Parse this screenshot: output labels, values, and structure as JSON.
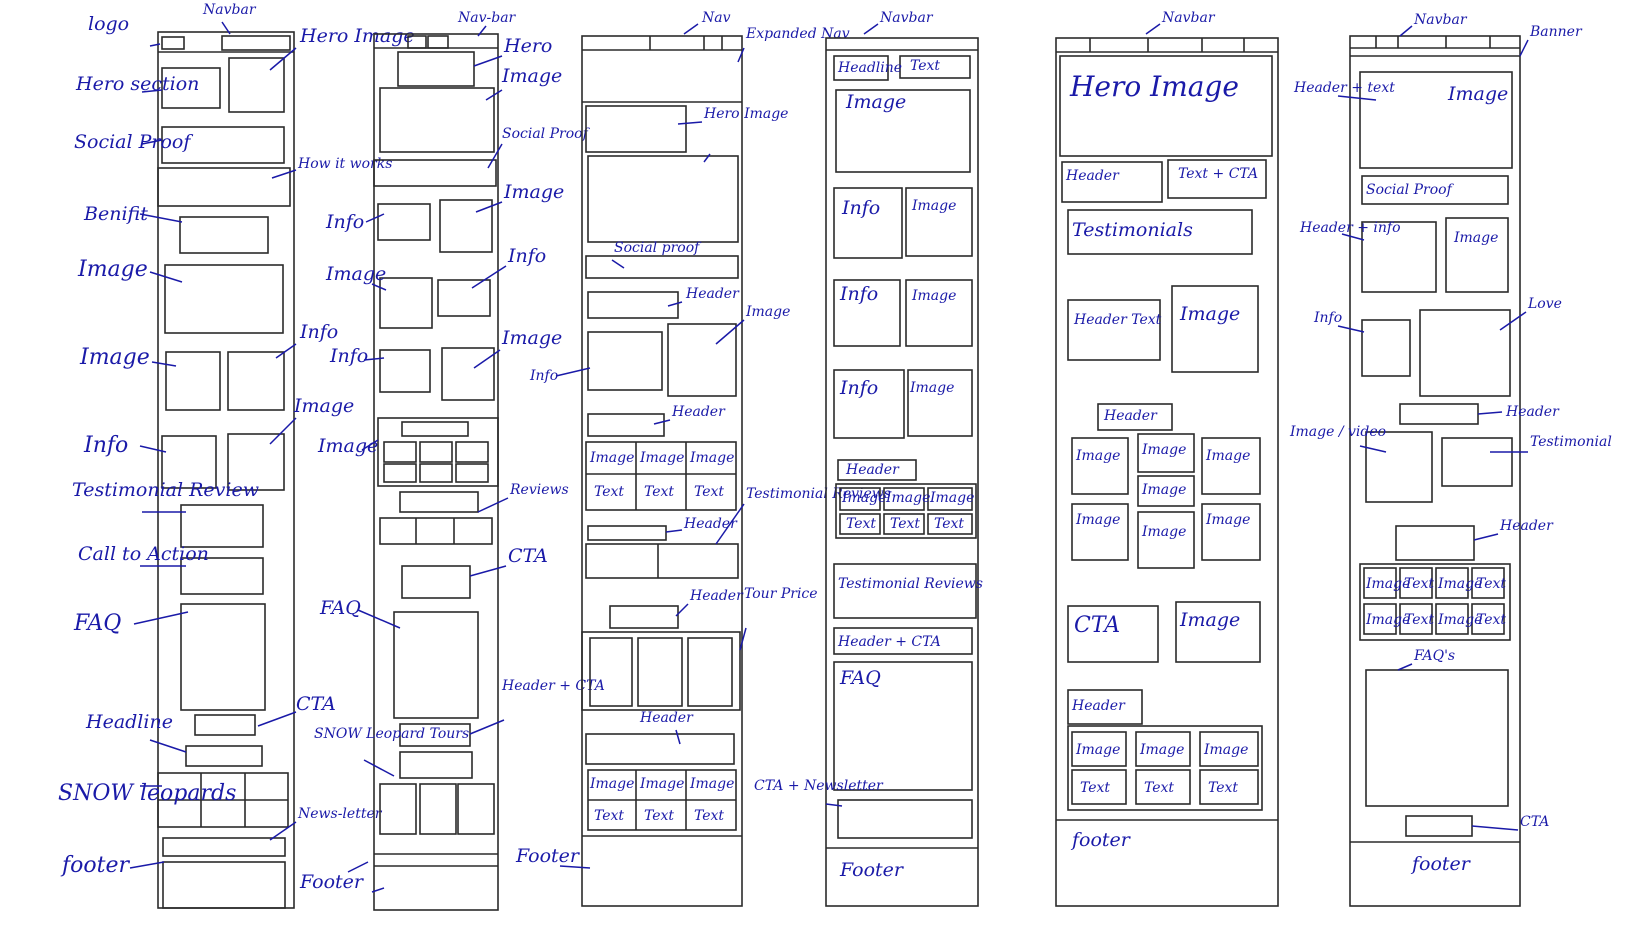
{
  "wireframes": {
    "w1": {
      "labels": {
        "logo": "logo",
        "navbar": "Navbar",
        "hero_image": "Hero Image",
        "hero_section": "Hero section",
        "social_proof": "Social Proof",
        "how_it_works": "How it works",
        "benefit": "Benifit",
        "image_1": "Image",
        "image_2": "Image",
        "info_1": "Info",
        "image_3": "Image",
        "info_2": "Info",
        "testimonial": "Testimonial Review",
        "cta_left": "Call to Action",
        "faq": "FAQ",
        "cta": "CTA",
        "headline": "Headline",
        "snow_leopards": "SNOW leopards",
        "newsletter": "News-letter",
        "footer": "footer"
      }
    },
    "w2": {
      "labels": {
        "navbar": "Nav-bar",
        "hero": "Hero",
        "image_top": "Image",
        "social_proof": "Social Proof",
        "image_a": "Image",
        "info_a": "Info",
        "image_b": "Image",
        "info_b": "Info",
        "image_c": "Image",
        "info_c": "Info",
        "image_grid": "Image",
        "reviews": "Reviews",
        "cta": "CTA",
        "faq": "FAQ",
        "header_cta": "Header + CTA",
        "tours": "SNOW Leopard Tours",
        "footer": "Footer"
      }
    },
    "w3": {
      "labels": {
        "nav": "Nav",
        "expanded_nav": "Expanded Nav",
        "hero_image": "Hero Image",
        "social_proof": "Social proof",
        "header_1": "Header",
        "image_1": "Image",
        "info_1": "Info",
        "header_2": "Header",
        "grid_image": "Image",
        "grid_text": "Text",
        "testimonial": "Testimonial Reviews",
        "header_3": "Header",
        "header_4": "Header",
        "tour_price": "Tour Price",
        "header_5": "Header",
        "footer": "Footer"
      }
    },
    "w4": {
      "labels": {
        "navbar": "Navbar",
        "headline": "Headline",
        "text": "Text",
        "image_hero": "Image",
        "info": "Info",
        "image": "Image",
        "header": "Header",
        "grid_image": "Image",
        "grid_text": "Text",
        "testimonial": "Testimonial Reviews",
        "header_cta": "Header + CTA",
        "faq": "FAQ",
        "cta_newsletter": "CTA + Newsletter",
        "footer": "Footer"
      }
    },
    "w5": {
      "labels": {
        "navbar": "Navbar",
        "hero_image": "Hero Image",
        "header": "Header",
        "text_cta": "Text + CTA",
        "testimonials": "Testimonials",
        "header_text": "Header Text",
        "image": "Image",
        "header_2": "Header",
        "grid_image": "Image",
        "cta": "CTA",
        "header_3": "Header",
        "grid_text": "Text",
        "footer": "footer"
      }
    },
    "w6": {
      "labels": {
        "navbar": "Navbar",
        "banner": "Banner",
        "header_text": "Header + text",
        "image_hero": "Image",
        "social_proof": "Social Proof",
        "header_info": "Header + info",
        "image_a": "Image",
        "info": "Info",
        "love": "Love",
        "header_1": "Header",
        "image_video": "Image / video",
        "testimonial": "Testimonial",
        "header_2": "Header",
        "grid_image": "Image",
        "grid_text": "Text",
        "faqs": "FAQ's",
        "cta": "CTA",
        "footer": "footer"
      }
    }
  },
  "colors": {
    "ink": "#2b2b2b",
    "pen": "#1a1aa8",
    "paper": "#ffffff"
  }
}
